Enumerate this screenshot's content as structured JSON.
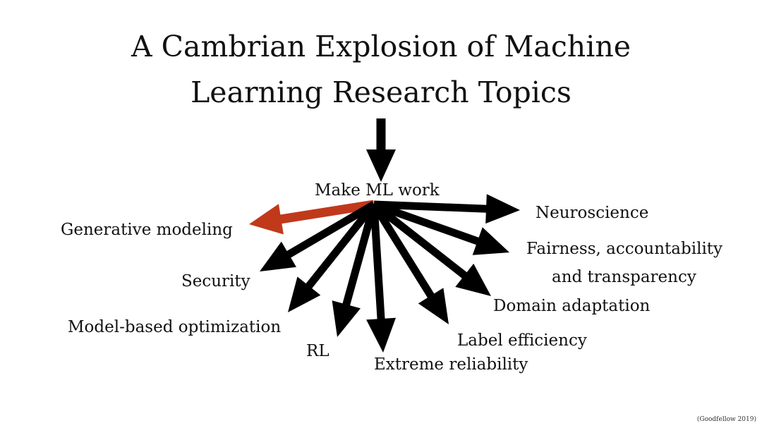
{
  "slide": {
    "title_line1": "A Cambrian Explosion of Machine",
    "title_line2": "Learning Research Topics",
    "center_label": "Make ML work",
    "topics": {
      "generative_modeling": "Generative modeling",
      "security": "Security",
      "model_based_optimization": "Model-based optimization",
      "rl": "RL",
      "extreme_reliability": "Extreme reliability",
      "label_efficiency": "Label efficiency",
      "domain_adaptation": "Domain adaptation",
      "fairness_line1": "Fairness, accountability",
      "fairness_line2": "and transparency",
      "neuroscience": "Neuroscience"
    },
    "citation": "(Goodfellow 2019)",
    "colors": {
      "text": "#111111",
      "arrow": "#000000",
      "highlight": "#c0391b"
    }
  }
}
